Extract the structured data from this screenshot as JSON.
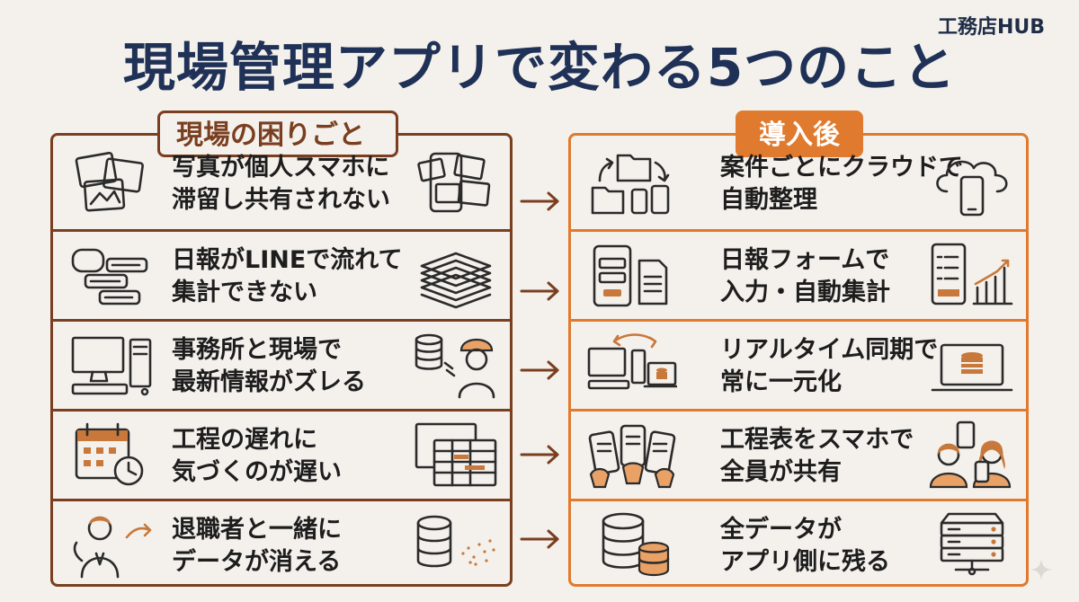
{
  "brand": "工務店HUB",
  "title": "現場管理アプリで変わる5つのこと",
  "before": {
    "heading": "現場の困りごと",
    "items": [
      {
        "line1": "写真が個人スマホに",
        "line2": "滞留し共有されない"
      },
      {
        "line1": "日報がLINEで流れて",
        "line2": "集計できない"
      },
      {
        "line1": "事務所と現場で",
        "line2": "最新情報がズレる"
      },
      {
        "line1": "工程の遅れに",
        "line2": "気づくのが遅い"
      },
      {
        "line1": "退職者と一緒に",
        "line2": "データが消える"
      }
    ]
  },
  "after": {
    "heading": "導入後",
    "items": [
      {
        "line1": "案件ごとにクラウドで",
        "line2": "自動整理"
      },
      {
        "line1": "日報フォームで",
        "line2": "入力・自動集計"
      },
      {
        "line1": "リアルタイム同期で",
        "line2": "常に一元化"
      },
      {
        "line1": "工程表をスマホで",
        "line2": "全員が共有"
      },
      {
        "line1": "全データが",
        "line2": "アプリ側に残る"
      }
    ]
  },
  "icons": {
    "before": [
      [
        "photos-icon",
        "phone-photos-icon"
      ],
      [
        "chat-bubbles-icon",
        "paper-stack-icon"
      ],
      [
        "desktop-computer-icon",
        "database-worker-icon"
      ],
      [
        "calendar-clock-icon",
        "gantt-chart-icon"
      ],
      [
        "person-leaving-icon",
        "database-scatter-icon"
      ]
    ],
    "after": [
      [
        "folder-sync-icon",
        "cloud-phone-icon"
      ],
      [
        "form-document-icon",
        "tablet-chart-icon"
      ],
      [
        "computer-sync-icon",
        "laptop-database-icon"
      ],
      [
        "hands-phones-icon",
        "people-phones-icon"
      ],
      [
        "database-stack-icon",
        "server-icon"
      ]
    ]
  },
  "colors": {
    "title": "#1f3156",
    "before_border": "#7a3e20",
    "after_accent": "#e07a2e",
    "arrow": "#7a3e20"
  }
}
